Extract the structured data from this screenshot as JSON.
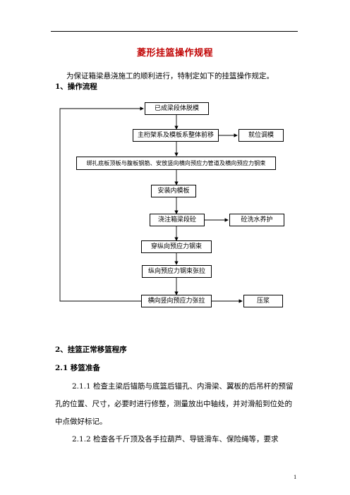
{
  "doc": {
    "title": "菱形挂篮操作规程",
    "intro": "为保证箱梁悬浇施工的顺利进行，特制定如下的挂篮操作规定。",
    "section1": "1、操作流程",
    "section2": "2、挂篮正常移篮程序",
    "section2_1": "2.1 移篮准备",
    "para_2_1_1": "2.1.1 检查主梁后锚筋与底篮后锚孔、内滑梁、翼板的后吊杆的预留孔的位置、尺寸，必要时进行修整，测量放出中轴线，并对滑船到位处的中点做好标记。",
    "para_2_1_2": "2.1.2 检查各千斤顶及各手拉葫芦、导链滑车、保险绳等，要求",
    "page_number": "1"
  },
  "flow": {
    "step1": "已成梁段体脱模",
    "step2": "主桁架系及模板系整体前移",
    "step2_side": "就位调模",
    "step3": "绑扎底板顶板与腹板钢筋、安放竖向横向预应力管道及横向预应力钢束",
    "step4": "安装内模板",
    "step5": "浇注箱梁段砼",
    "step5_side": "砼洗水养护",
    "step6": "穿纵向预应力钢束",
    "step7": "纵向预应力钢束张拉",
    "step8": "横向竖向预应力张拉",
    "step8_side": "压浆"
  }
}
